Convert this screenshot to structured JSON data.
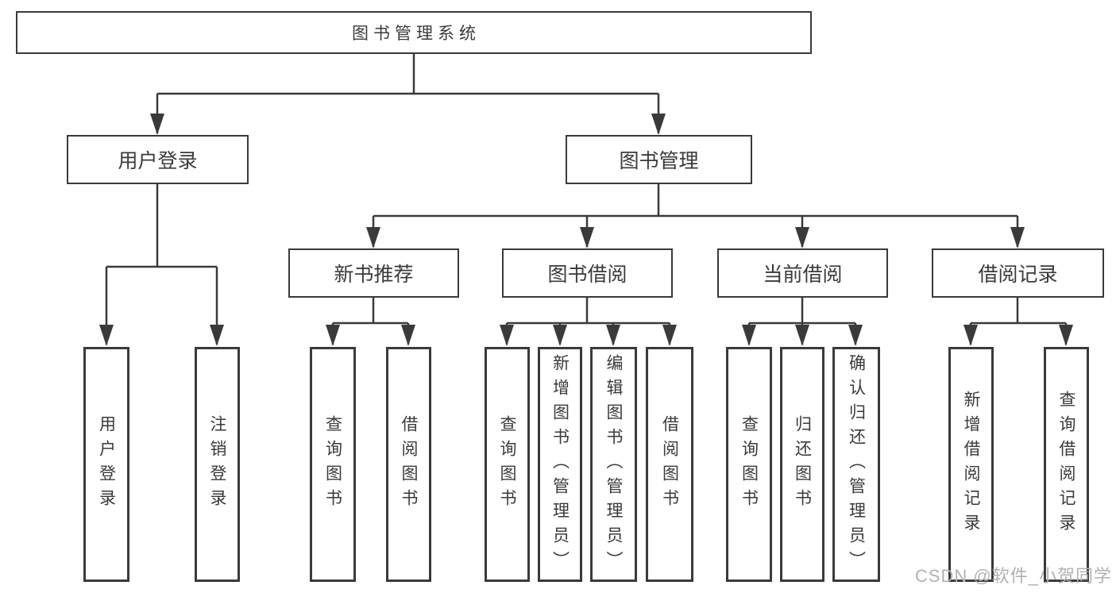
{
  "colors": {
    "line": "#3a3a3a",
    "text": "#3a3a3a",
    "box_background": "#ffffff",
    "watermark": "#b1b1b1"
  },
  "watermark": {
    "text": "CSDN @软件_小贺同学"
  },
  "diagram": {
    "type": "tree",
    "root": {
      "label": "图书管理系统",
      "children": {
        "user_login": {
          "label": "用户登录",
          "children": {
            "login": {
              "label": "用户登录"
            },
            "logout": {
              "label": "注销登录"
            }
          }
        },
        "book_mgmt": {
          "label": "图书管理",
          "children": {
            "new_book_rec": {
              "label": "新书推荐",
              "children": {
                "query": {
                  "label": "查询图书"
                },
                "borrow": {
                  "label": "借阅图书"
                }
              }
            },
            "book_borrow": {
              "label": "图书借阅",
              "children": {
                "query": {
                  "label": "查询图书"
                },
                "add": {
                  "label": "新增图书（管理员）"
                },
                "edit": {
                  "label": "编辑图书（管理员）"
                },
                "borrow": {
                  "label": "借阅图书"
                }
              }
            },
            "current_borrow": {
              "label": "当前借阅",
              "children": {
                "query": {
                  "label": "查询图书"
                },
                "return": {
                  "label": "归还图书"
                },
                "confirm": {
                  "label": "确认归还（管理员）"
                }
              }
            },
            "borrow_records": {
              "label": "借阅记录",
              "children": {
                "add": {
                  "label": "新增借阅记录"
                },
                "query": {
                  "label": "查询借阅记录"
                }
              }
            }
          }
        }
      }
    }
  }
}
